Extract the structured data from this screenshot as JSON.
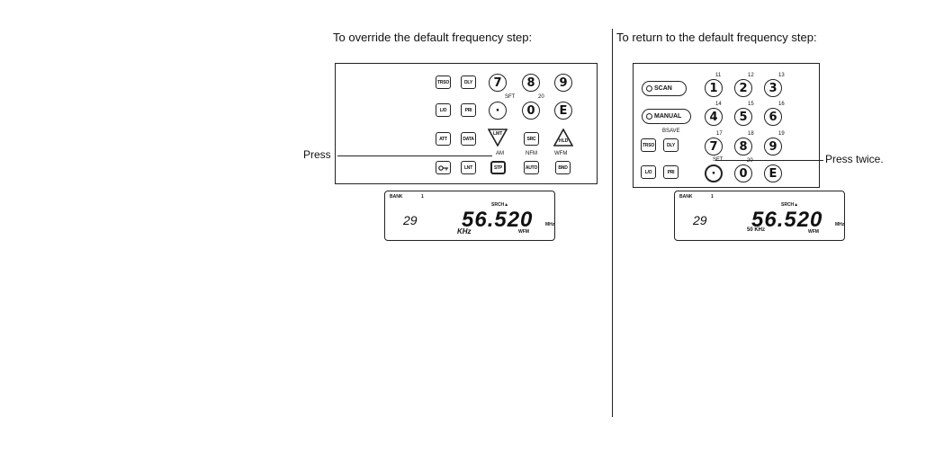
{
  "left": {
    "heading": "To override the default frequency step:",
    "callout": "Press",
    "keys": {
      "r1": [
        "TRSO",
        "DLY"
      ],
      "r2": [
        "L/O",
        "PRI"
      ],
      "r3": [
        "ATT",
        "DATA",
        "SRC"
      ],
      "r4": [
        "LNT",
        "STP",
        "AUTO",
        "BND"
      ],
      "r3_tri": [
        "LMT",
        "HLD"
      ]
    },
    "round_keys": [
      "7",
      "8",
      "9",
      "·",
      "0",
      "E"
    ],
    "labels": {
      "sft": "SFT",
      "twenty": "20",
      "am": "AM",
      "nfm": "NFM",
      "wfm": "WFM"
    },
    "lcd": {
      "bank": "BANK",
      "bank_num": "1",
      "srch": "SRCH▲",
      "channel": "29",
      "frequency": "56.520",
      "mhz": "MHz",
      "step": "KHz",
      "mode": "WFM"
    }
  },
  "right": {
    "heading": "To return to the default frequency step:",
    "callout": "Press twice.",
    "pills": [
      "SCAN",
      "MANUAL"
    ],
    "keys": [
      "TRSO",
      "DLY",
      "L/O",
      "PRI"
    ],
    "round_keys": [
      "1",
      "2",
      "3",
      "4",
      "5",
      "6",
      "7",
      "8",
      "9",
      "·",
      "0",
      "E"
    ],
    "sups": [
      "11",
      "12",
      "13",
      "14",
      "15",
      "16",
      "17",
      "18",
      "19",
      "20"
    ],
    "labels": {
      "bsave": "BSAVE",
      "sft": "SFT"
    },
    "lcd": {
      "bank": "BANK",
      "bank_num": "1",
      "srch": "SRCH▲",
      "channel": "29",
      "frequency": "56.520",
      "mhz": "MHz",
      "step": "50 KHz",
      "mode": "WFM"
    }
  }
}
